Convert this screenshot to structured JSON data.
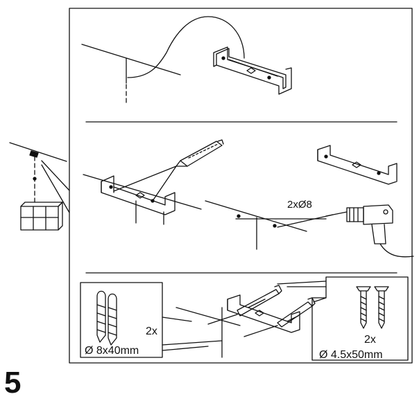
{
  "step": {
    "number": "5"
  },
  "panel2": {
    "drill_label": "2xØ8"
  },
  "wall_plugs": {
    "quantity": "2x",
    "size": "Ø 8x40mm"
  },
  "screws": {
    "quantity": "2x",
    "size": "Ø 4.5x50mm"
  },
  "colors": {
    "line": "#111111",
    "background": "#ffffff"
  }
}
